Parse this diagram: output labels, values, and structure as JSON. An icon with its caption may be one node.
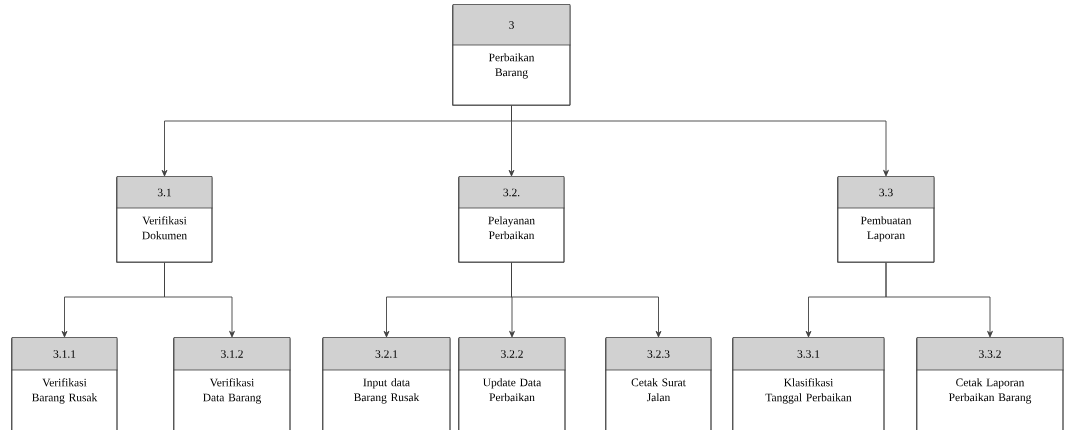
{
  "diagram": {
    "nodes": [
      {
        "text": [
          "3",
          "Perbaikan Barang"
        ]
      },
      {
        "text": [
          "3.1",
          "Verifikasi Dokumen"
        ]
      },
      {
        "text": [
          "3.2.",
          "Pelayanan Perbaikan"
        ]
      },
      {
        "text": [
          "3.3",
          "Pembuatan Laporan"
        ]
      },
      {
        "text": [
          "3.1.1",
          "Verifikasi Barang Rusak"
        ]
      },
      {
        "text": [
          "3.1.2",
          "Verifikasi Data Barang"
        ]
      },
      {
        "text": [
          "3.2.1",
          "Input data Barang Rusak"
        ]
      },
      {
        "text": [
          "3.2.2",
          "Update Data Perbaikan"
        ]
      },
      {
        "text": [
          "3.2.3",
          "Cetak Surat Jalan"
        ]
      },
      {
        "text": [
          "3.3.1",
          "Klasifikasi Tanggal Perbaikan"
        ]
      },
      {
        "text": [
          "3.3.2",
          "Cetak Laporan Perbaikan Barang"
        ]
      }
    ],
    "edges": [
      {
        "from": 0,
        "to": 1,
        "arrow": "to"
      },
      {
        "from": 0,
        "to": 2,
        "arrow": "to"
      },
      {
        "from": 0,
        "to": 3,
        "arrow": "to"
      },
      {
        "from": 1,
        "to": 4,
        "arrow": "to"
      },
      {
        "from": 1,
        "to": 5,
        "arrow": "to"
      },
      {
        "from": 2,
        "to": 6,
        "arrow": "to"
      },
      {
        "from": 2,
        "to": 7,
        "arrow": "to"
      },
      {
        "from": 2,
        "to": 8,
        "arrow": "to"
      },
      {
        "from": 3,
        "to": 9,
        "arrow": "to"
      },
      {
        "from": 3,
        "to": 10,
        "arrow": "to"
      }
    ]
  }
}
